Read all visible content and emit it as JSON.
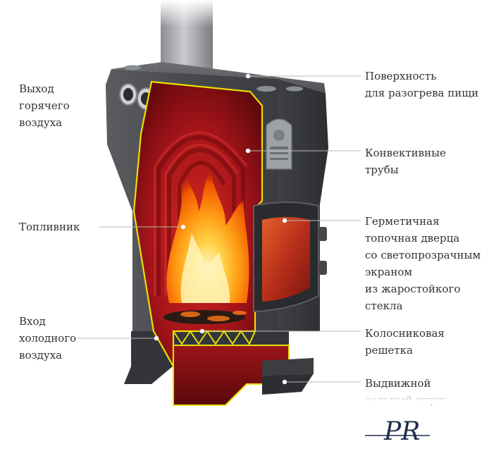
{
  "labels": {
    "hot_air_outlet": [
      "Выход",
      "горячего",
      "воздуха"
    ],
    "cooking_surface": [
      "Поверхность",
      "для разогрева пищи"
    ],
    "convection_tubes": [
      "Конвективные",
      "трубы"
    ],
    "firebox": [
      "Топливник"
    ],
    "sealed_door": [
      "Герметичная",
      "топочная дверца",
      "со светопрозрачным",
      "экраном",
      "из жаростойкого",
      "стекла"
    ],
    "cold_air_inlet": [
      "Вход",
      "холодного",
      "воздуха"
    ],
    "grate": [
      "Колосниковая",
      "решетка"
    ],
    "ash_drawer": [
      "Выдвижной",
      "зольный ящик"
    ]
  },
  "logo_text": "PR",
  "colors": {
    "body_steel": "#4a4c4f",
    "body_dark": "#2e3033",
    "interior_red": "#8e1013",
    "interior_bright": "#c41d1f",
    "outline_yellow": "#e8e000",
    "flame_core": "#ffe9a0",
    "flame_mid": "#ffae1a",
    "flame_outer": "#f25a00",
    "chimney": "#a3a5a8",
    "label_text": "#333333",
    "leader": "#b9b9b9"
  }
}
